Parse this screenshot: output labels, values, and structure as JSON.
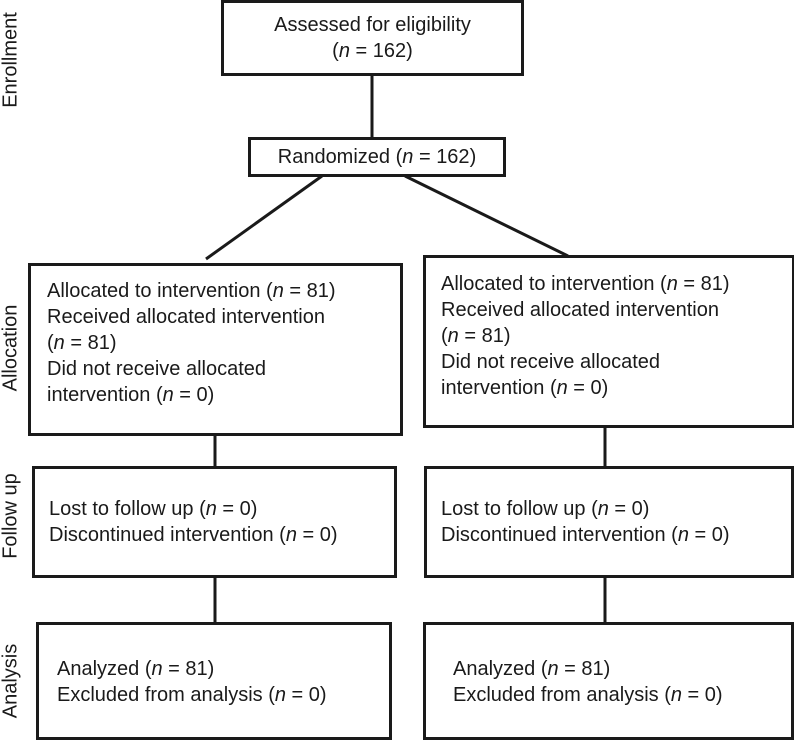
{
  "stages": {
    "enrollment": "Enrollment",
    "allocation": "Allocation",
    "follow_up": "Follow up",
    "analysis": "Analysis"
  },
  "assessed": {
    "text": "Assessed for eligibility",
    "n": "162"
  },
  "randomized": {
    "text": "Randomized",
    "n": "162"
  },
  "n_symbol": "n",
  "arms": [
    {
      "allocation": {
        "allocated_text": "Allocated to intervention",
        "allocated_n": "81",
        "received_text": "Received allocated intervention",
        "received_n": "81",
        "not_received_text1": "Did not receive allocated",
        "not_received_text2": "intervention",
        "not_received_n": "0"
      },
      "follow_up": {
        "lost_text": "Lost to follow up",
        "lost_n": "0",
        "discontinued_text": "Discontinued intervention",
        "discontinued_n": "0"
      },
      "analysis": {
        "analyzed_text": "Analyzed",
        "analyzed_n": "81",
        "excluded_text": "Excluded from analysis",
        "excluded_n": "0"
      }
    },
    {
      "allocation": {
        "allocated_text": "Allocated to intervention",
        "allocated_n": "81",
        "received_text": "Received allocated intervention",
        "received_n": "81",
        "not_received_text1": "Did not receive allocated",
        "not_received_text2": "intervention",
        "not_received_n": "0"
      },
      "follow_up": {
        "lost_text": "Lost to follow up",
        "lost_n": "0",
        "discontinued_text": "Discontinued intervention",
        "discontinued_n": "0"
      },
      "analysis": {
        "analyzed_text": "Analyzed",
        "analyzed_n": "81",
        "excluded_text": "Excluded from analysis",
        "excluded_n": "0"
      }
    }
  ]
}
